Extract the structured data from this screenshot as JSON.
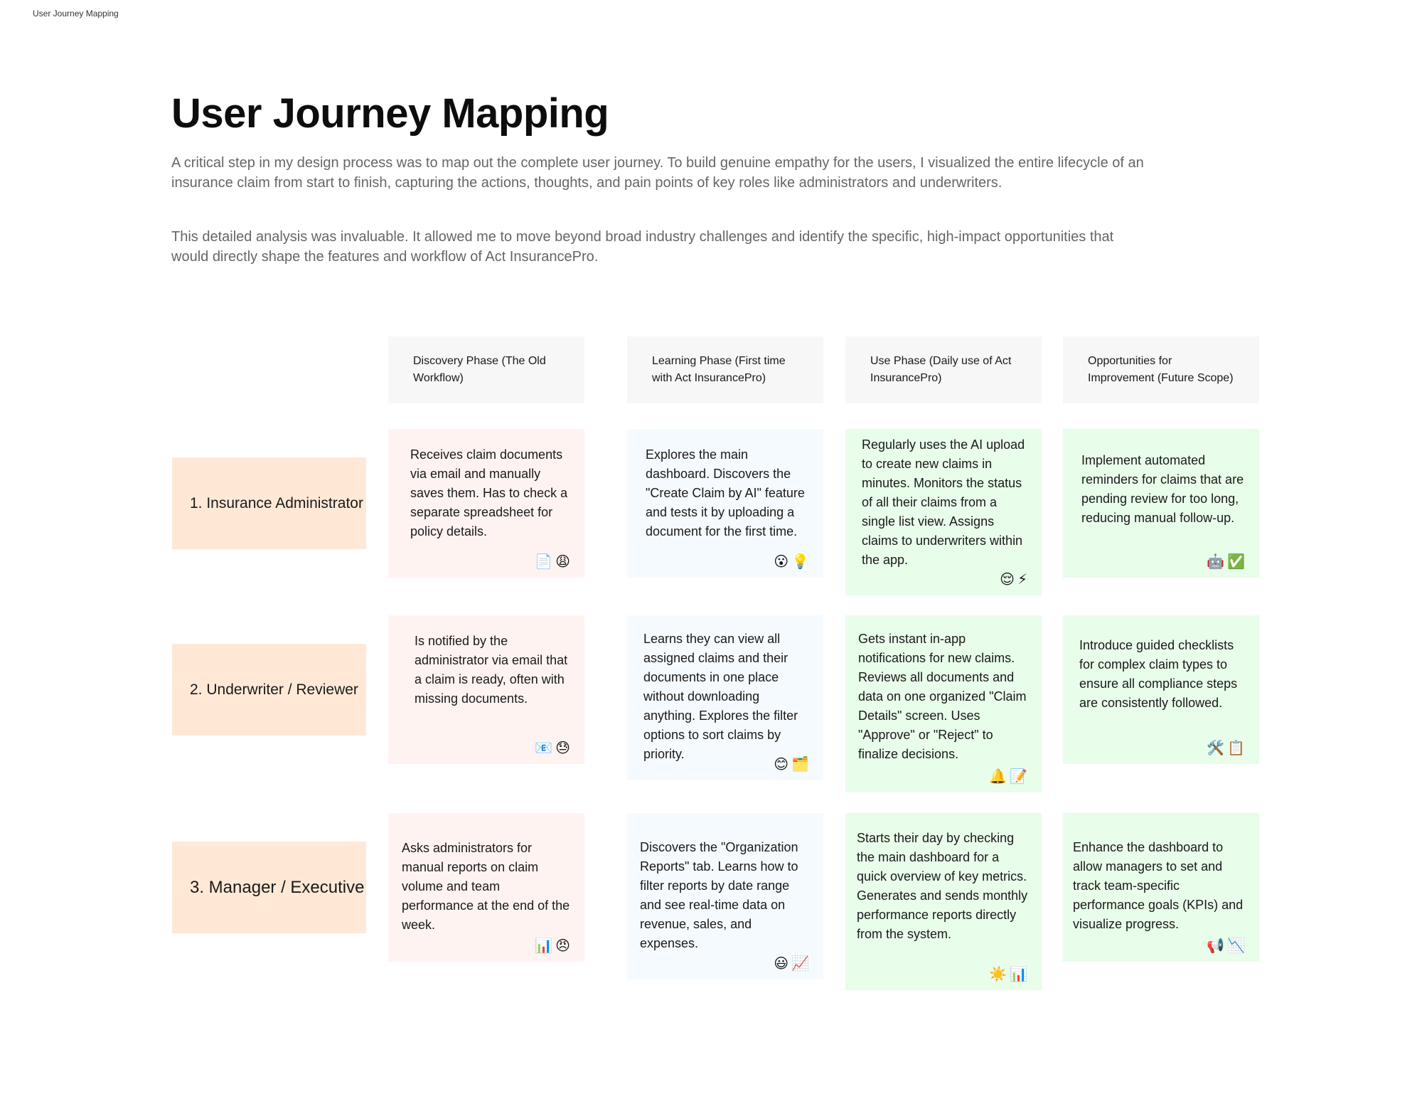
{
  "frame_label": "User Journey Mapping",
  "title": "User Journey Mapping",
  "intro": [
    "A critical step in my design process was to map out the complete user journey. To build genuine empathy for the users, I visualized the entire lifecycle of an insurance claim from start to finish, capturing the actions, thoughts, and pain points of key roles like administrators and underwriters.",
    "This detailed analysis was invaluable. It allowed me to move beyond broad industry challenges and identify the specific, high-impact opportunities that would directly shape the features and workflow of Act InsurancePro."
  ],
  "phases": [
    "Discovery Phase (The Old Workflow)",
    "Learning Phase (First time with Act InsurancePro)",
    "Use Phase (Daily use of Act InsurancePro)",
    "Opportunities for Improvement (Future Scope)"
  ],
  "roles": [
    "1. Insurance Administrator",
    "2. Underwriter / Reviewer",
    "3. Manager / Executive"
  ],
  "cards": [
    [
      {
        "text": "Receives claim documents via email and manually saves them. Has to check a separate spreadsheet for policy details.",
        "emoji": "📄😩"
      },
      {
        "text": "Explores the main dashboard. Discovers the \"Create Claim by AI\" feature and tests it by uploading a document for the first time.",
        "emoji": "😮💡"
      },
      {
        "text": "Regularly uses the AI upload to create new claims in minutes. Monitors the status of all their claims from a single list view. Assigns claims to underwriters within the app.",
        "emoji": "😌⚡"
      },
      {
        "text": "Implement automated reminders for claims that are pending review for too long, reducing manual follow-up.",
        "emoji": "🤖✅"
      }
    ],
    [
      {
        "text": "Is notified by the administrator via email that a claim is ready, often with missing documents.",
        "emoji": "📧😓"
      },
      {
        "text": "Learns they can view all assigned claims and their documents in one place without downloading anything. Explores the filter options to sort claims by priority.",
        "emoji": "😊🗂️"
      },
      {
        "text": "Gets instant in-app notifications for new claims. Reviews all documents and data on one organized \"Claim Details\" screen. Uses \"Approve\" or \"Reject\" to finalize decisions.",
        "emoji": "🔔📝"
      },
      {
        "text": "Introduce guided checklists for complex claim types to ensure all compliance steps are consistently followed.",
        "emoji": "🛠️📋"
      }
    ],
    [
      {
        "text": "Asks administrators for manual reports on claim volume and team performance at the end of the week.",
        "emoji": "📊😠"
      },
      {
        "text": "Discovers the \"Organization Reports\" tab. Learns how to filter reports by date range and see real-time data on revenue, sales, and expenses.",
        "emoji": "😃📈"
      },
      {
        "text": "Starts their day by checking the main dashboard for a quick overview of key metrics. Generates and sends monthly performance reports directly from the system.",
        "emoji": "☀️📊"
      },
      {
        "text": "Enhance the dashboard to allow managers to set and track team-specific performance goals (KPIs) and visualize progress.",
        "emoji": "📢📉"
      }
    ]
  ]
}
